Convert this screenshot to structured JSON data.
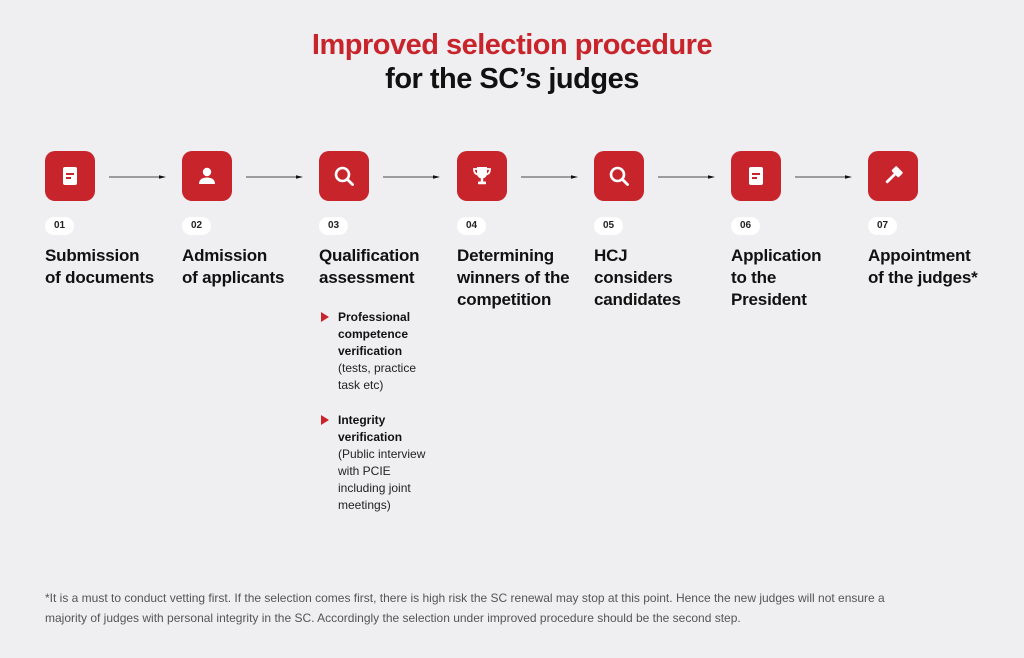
{
  "title": {
    "line1": "Improved selection procedure",
    "line2": "for the SC’s judges"
  },
  "colors": {
    "accent": "#c8242b",
    "background": "#efeff2",
    "text": "#111111"
  },
  "steps": [
    {
      "number": "01",
      "label": "Submission\nof documents",
      "icon": "document-icon"
    },
    {
      "number": "02",
      "label": "Admission\nof applicants",
      "icon": "user-icon"
    },
    {
      "number": "03",
      "label": "Qualification\nassessment",
      "icon": "search-icon"
    },
    {
      "number": "04",
      "label": "Determining\nwinners of the\ncompetition",
      "icon": "trophy-icon"
    },
    {
      "number": "05",
      "label": "HCJ\nconsiders\ncandidates",
      "icon": "search-icon"
    },
    {
      "number": "06",
      "label": "Application\nto the\nPresident",
      "icon": "document-icon"
    },
    {
      "number": "07",
      "label": "Appointment\nof the judges*",
      "icon": "gavel-icon"
    }
  ],
  "step3_details": [
    {
      "title": "Professional\ncompetence\nverification",
      "desc": "(tests, practice\ntask etc)"
    },
    {
      "title": "Integrity\nverification",
      "desc": "(Public interview\nwith PCIE\nincluding joint\nmeetings)"
    }
  ],
  "footnote": "*It is a must to conduct vetting first. If the selection comes first, there is high risk the SC renewal may stop at this point. Hence the new judges will not ensure a majority of judges with personal integrity in the SC. Accordingly  the selection under improved procedure should be the second step."
}
